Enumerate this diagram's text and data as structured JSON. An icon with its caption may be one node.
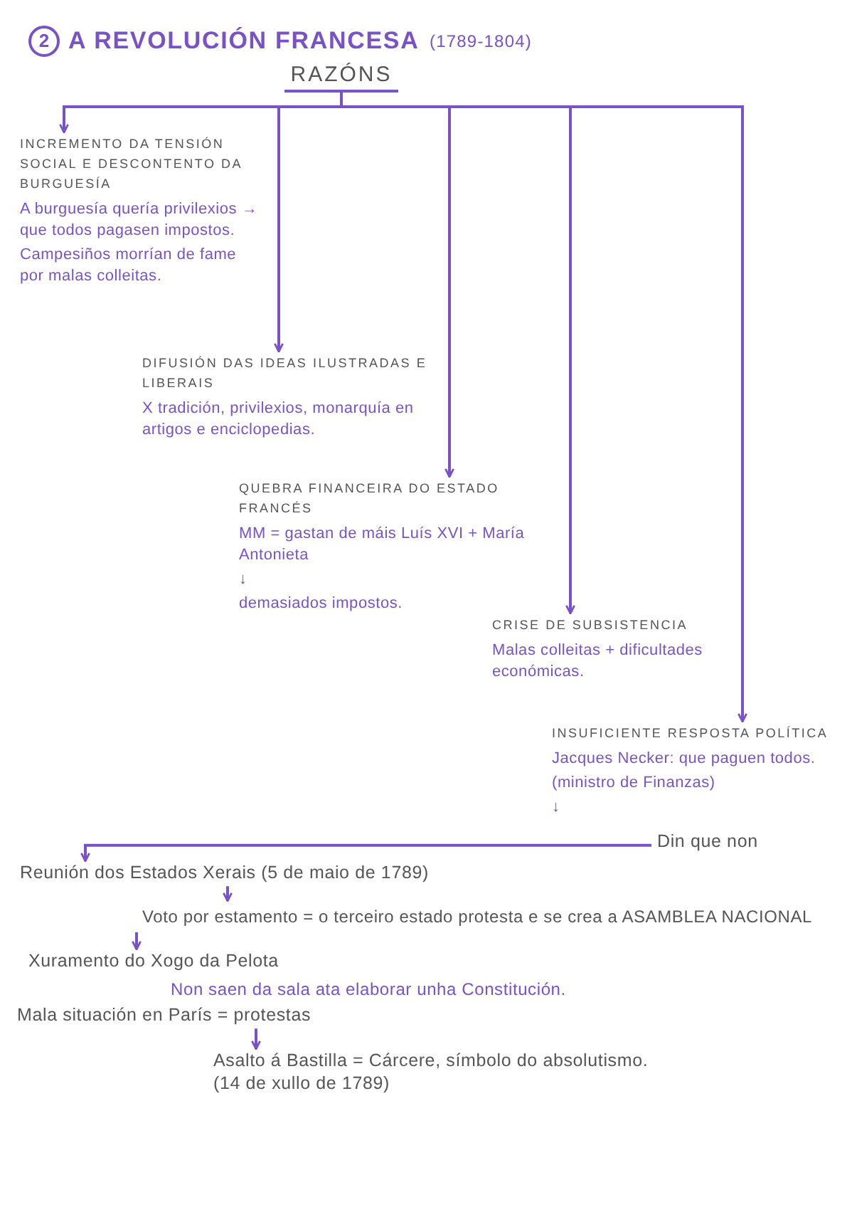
{
  "diagram": {
    "title": "A REVOLUCIÓN FRANCESA",
    "nodes": [
      {
        "text": [
          "RAZÓNS"
        ]
      },
      {
        "text": [
          "INCREMENTO DA TENSIÓN SOCIAL E DESCONTENTO DA BURGUESÍA",
          "A burguesía quería privilexios → que todos pagasen impostos.",
          "Campesiños morrían de fame por malas colleitas."
        ]
      },
      {
        "text": [
          "DIFUSIÓN DAS IDEAS ILUSTRADAS E LIBERAIS",
          "X tradición, privilexios, monarquía en artigos e enciclopedias."
        ]
      },
      {
        "text": [
          "QUEBRA FINANCEIRA DO ESTADO FRANCÉS",
          "MM = gastan de máis Luís XVI + María Antonieta",
          "↓",
          "demasiados impostos."
        ]
      },
      {
        "text": [
          "CRISE DE SUBSISTENCIA",
          "Malas colleitas + dificultades económicas."
        ]
      },
      {
        "text": [
          "INSUFICIENTE RESPOSTA POLÍTICA",
          "Jacques Necker: que paguen todos.",
          "(ministro de Finanzas)",
          "↓"
        ]
      },
      {
        "text": [
          "Din que non"
        ]
      },
      {
        "text": [
          "Reunión dos Estados Xerais (5 de maio de 1789)"
        ]
      },
      {
        "text": [
          "Voto por estamento = o terceiro estado protesta e se crea a ASAMBLEA NACIONAL"
        ]
      },
      {
        "text": [
          "Xuramento do Xogo da Pelota"
        ]
      },
      {
        "text": [
          "Mala situación en París = protestas"
        ]
      },
      {
        "text": [
          "Asalto á Bastilla = Cárcere, símbolo do absolutismo.",
          "(14 de xullo de 1789)"
        ]
      }
    ],
    "edges": [
      {
        "from": 0,
        "to": 1,
        "arrow": "to"
      },
      {
        "from": 0,
        "to": 2,
        "arrow": "to"
      },
      {
        "from": 0,
        "to": 3,
        "arrow": "to"
      },
      {
        "from": 0,
        "to": 4,
        "arrow": "to"
      },
      {
        "from": 0,
        "to": 5,
        "arrow": "to"
      },
      {
        "from": 6,
        "to": 7,
        "arrow": "to"
      },
      {
        "from": 7,
        "to": 8,
        "arrow": "to"
      },
      {
        "from": 8,
        "to": 9,
        "arrow": "to"
      },
      {
        "from": 10,
        "to": 11,
        "arrow": "to"
      }
    ],
    "labels": [
      "2",
      "(1789-1804)",
      "Non saen da sala ata elaborar unha Constitución."
    ]
  }
}
